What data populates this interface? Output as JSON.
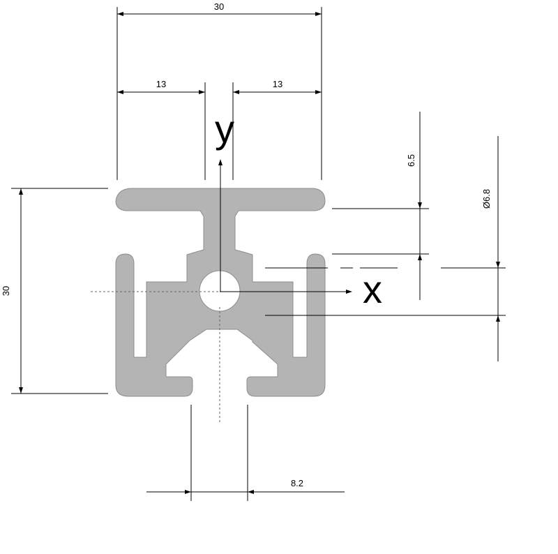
{
  "dimensions": {
    "overall_width": "30",
    "left_segment": "13",
    "right_segment": "13",
    "overall_height": "30",
    "slot_offset": "6.5",
    "bore_diameter": "Ø6.8",
    "slot_width": "8.2"
  },
  "axes": {
    "x_label": "x",
    "y_label": "y"
  },
  "colors": {
    "profile_fill": "#b4b4b4",
    "profile_edge": "#8c8c8c",
    "line": "#000000"
  }
}
